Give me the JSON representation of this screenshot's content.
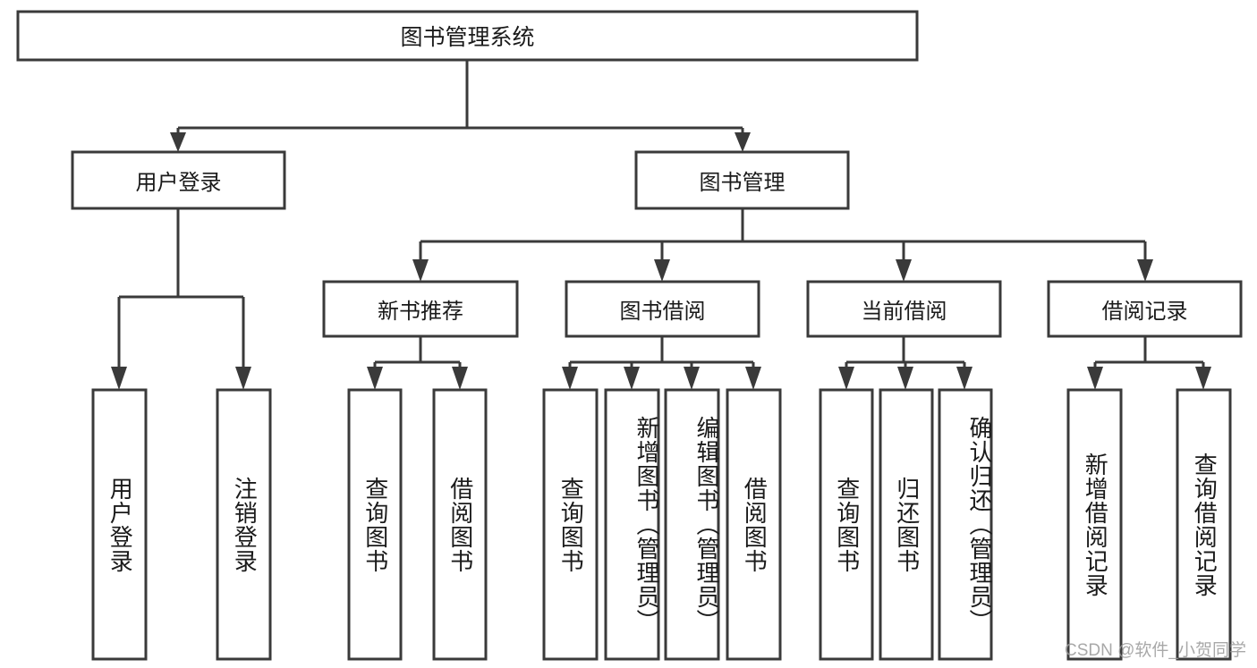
{
  "diagram": {
    "type": "tree-hierarchy",
    "title": "图书管理系统",
    "watermark": "CSDN @软件_小贺同学",
    "colors": {
      "box_stroke": "#3a3a3a",
      "box_fill": "#ffffff",
      "text": "#1a1a1a",
      "connector": "#3a3a3a",
      "watermark": "#9a9a9a",
      "background": "#ffffff"
    },
    "levels": {
      "root": {
        "label": "图书管理系统"
      },
      "level2": [
        {
          "id": "user-login",
          "label": "用户登录"
        },
        {
          "id": "book-management",
          "label": "图书管理"
        }
      ],
      "level3": [
        {
          "id": "new-book-recommend",
          "label": "新书推荐",
          "parent": "book-management"
        },
        {
          "id": "book-borrow",
          "label": "图书借阅",
          "parent": "book-management"
        },
        {
          "id": "current-borrow",
          "label": "当前借阅",
          "parent": "book-management"
        },
        {
          "id": "borrow-record",
          "label": "借阅记录",
          "parent": "book-management"
        }
      ],
      "leaves": [
        {
          "id": "leaf-user-login",
          "label": "用户登录",
          "parent": "user-login"
        },
        {
          "id": "leaf-user-logout",
          "label": "注销登录",
          "parent": "user-login"
        },
        {
          "id": "leaf-query-book-1",
          "label": "查询图书",
          "parent": "new-book-recommend"
        },
        {
          "id": "leaf-borrow-book-1",
          "label": "借阅图书",
          "parent": "new-book-recommend"
        },
        {
          "id": "leaf-query-book-2",
          "label": "查询图书",
          "parent": "book-borrow"
        },
        {
          "id": "leaf-add-book",
          "label": "新增图书（管理员）",
          "parent": "book-borrow"
        },
        {
          "id": "leaf-edit-book",
          "label": "编辑图书（管理员）",
          "parent": "book-borrow"
        },
        {
          "id": "leaf-borrow-book-2",
          "label": "借阅图书",
          "parent": "book-borrow"
        },
        {
          "id": "leaf-query-book-3",
          "label": "查询图书",
          "parent": "current-borrow"
        },
        {
          "id": "leaf-return-book",
          "label": "归还图书",
          "parent": "current-borrow"
        },
        {
          "id": "leaf-confirm-return",
          "label": "确认归还（管理员）",
          "parent": "current-borrow"
        },
        {
          "id": "leaf-add-record",
          "label": "新增借阅记录",
          "parent": "borrow-record"
        },
        {
          "id": "leaf-query-record",
          "label": "查询借阅记录",
          "parent": "borrow-record"
        }
      ]
    }
  }
}
